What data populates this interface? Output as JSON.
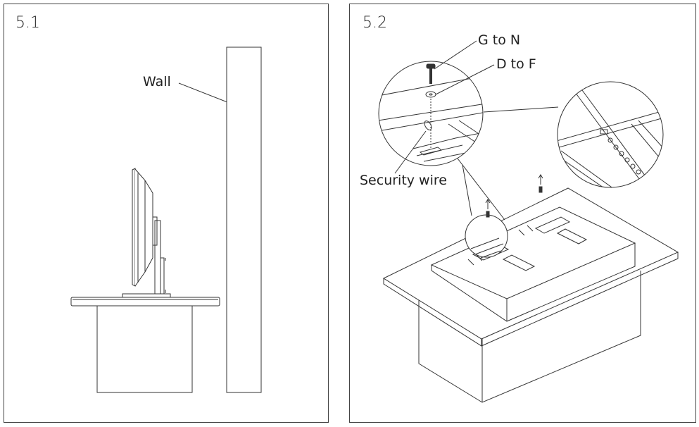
{
  "panels": [
    {
      "step": "5.1",
      "labels": {
        "wall": "Wall"
      }
    },
    {
      "step": "5.2",
      "labels": {
        "screw": "G to N",
        "washer": "D to F",
        "wire": "Security wire"
      }
    }
  ],
  "colors": {
    "line": "#333333",
    "background": "#ffffff"
  },
  "icons": [
    "screw-icon",
    "washer-icon",
    "up-arrow-icon"
  ]
}
